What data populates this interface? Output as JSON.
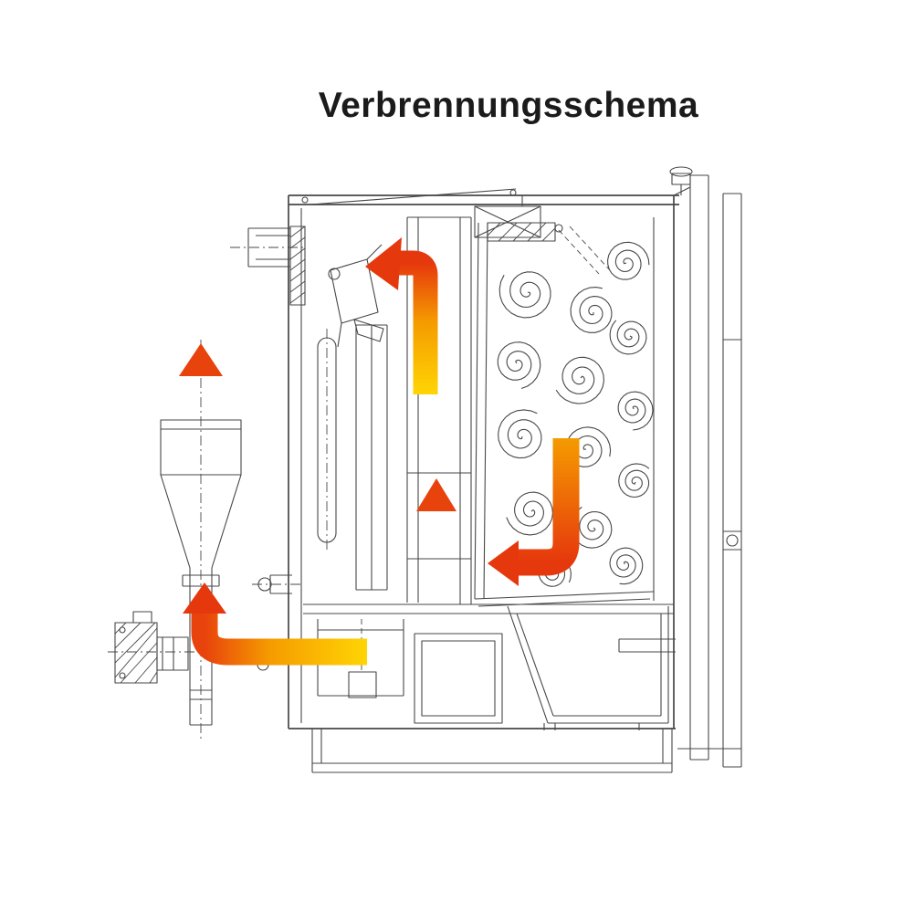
{
  "title": "Verbrennungsschema",
  "colors": {
    "flow_yellow": "#FFD504",
    "flow_orange": "#F59B00",
    "flow_deep_orange": "#F07000",
    "flow_red": "#E6380D",
    "head_red": "#E8430C",
    "line": "#474747",
    "background": "#FFFFFF",
    "title_text": "#1B1B1B"
  },
  "arrows": [
    {
      "name": "cyclone-exit-arrow",
      "direction": "up"
    },
    {
      "name": "firebox-rise-arrow",
      "direction": "up-then-left"
    },
    {
      "name": "secondary-channel-arrow",
      "direction": "up"
    },
    {
      "name": "heat-exchanger-arrow",
      "direction": "down-then-left"
    },
    {
      "name": "return-duct-arrow",
      "direction": "left-then-up"
    }
  ]
}
